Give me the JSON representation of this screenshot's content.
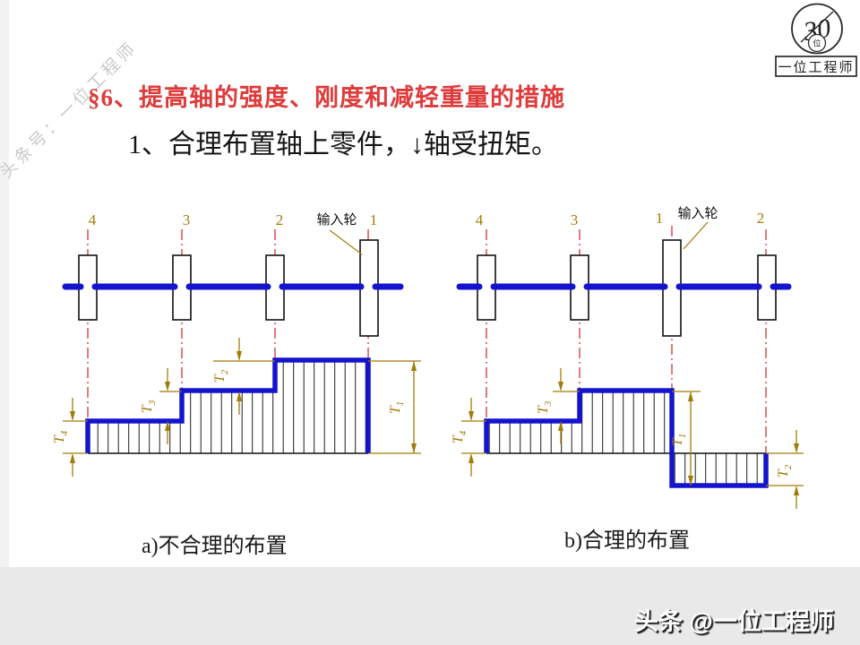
{
  "colors": {
    "title_red": "#de3b3b",
    "shaft_blue": "#1414cf",
    "centerline_red": "#cc2626",
    "dimension_olive": "#a07c08",
    "footer_band_grey": "#e9e9e9"
  },
  "watermark": {
    "text": "头条号：一位工程师"
  },
  "logo": {
    "number": "30",
    "seal_char": "位",
    "name": "一位工程师"
  },
  "header": {
    "title": "§6、提高轴的强度、刚度和减轻重量的措施",
    "subtitle": "1、合理布置轴上零件，↓轴受扭矩。"
  },
  "diagram_a": {
    "caption": "a)不合理的布置",
    "input_wheel_label": "输入轮",
    "wheel_numbers": [
      "4",
      "3",
      "2",
      "1"
    ],
    "dim_labels": [
      {
        "base": "T",
        "sub": "4"
      },
      {
        "base": "T",
        "sub": "3"
      },
      {
        "base": "T",
        "sub": "2"
      },
      {
        "base": "T",
        "sub": "1"
      }
    ]
  },
  "diagram_b": {
    "caption": "b)合理的布置",
    "input_wheel_label": "输入轮",
    "wheel_numbers": [
      "4",
      "3",
      "1",
      "2"
    ],
    "dim_labels": [
      {
        "base": "T",
        "sub": "4"
      },
      {
        "base": "T",
        "sub": "3"
      },
      {
        "base": "T",
        "sub": "1"
      },
      {
        "base": "T",
        "sub": "2"
      }
    ]
  },
  "footer": {
    "credit": "头条 @一位工程师"
  }
}
